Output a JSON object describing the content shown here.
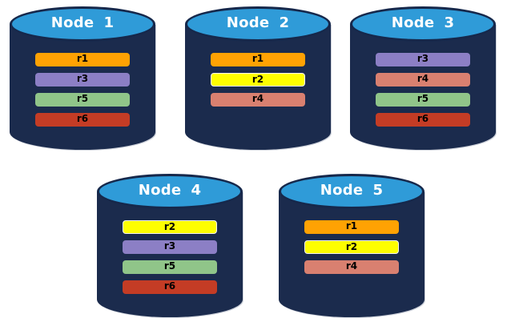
{
  "diagram_title": "database-nodes-partition-replication",
  "colors": {
    "background": "#FFFFFF",
    "cylinder_body": "#1B2B4D",
    "cylinder_top_fill": "#2F9BD8",
    "cylinder_outline": "#16284B",
    "cylinder_highlight": "#CDD1DA",
    "title_text": "#FFFFFF",
    "bar_text": "#000000"
  },
  "partition_styles": {
    "r1": {
      "color": "#FFA203",
      "border": "none"
    },
    "r2": {
      "color": "#FEFE00",
      "border": "#F5F5F5"
    },
    "r3": {
      "color": "#8C7FC5",
      "border": "none"
    },
    "r4": {
      "color": "#D98070",
      "border": "none"
    },
    "r5": {
      "color": "#90C589",
      "border": "none"
    },
    "r6": {
      "color": "#C43C25",
      "border": "none"
    }
  },
  "nodes": [
    {
      "name": "Node",
      "number": "1",
      "partitions": [
        "r1",
        "r3",
        "r5",
        "r6"
      ]
    },
    {
      "name": "Node",
      "number": "2",
      "partitions": [
        "r1",
        "r2",
        "r4"
      ]
    },
    {
      "name": "Node",
      "number": "3",
      "partitions": [
        "r3",
        "r4",
        "r5",
        "r6"
      ]
    },
    {
      "name": "Node",
      "number": "4",
      "partitions": [
        "r2",
        "r3",
        "r5",
        "r6"
      ]
    },
    {
      "name": "Node",
      "number": "5",
      "partitions": [
        "r1",
        "r2",
        "r4"
      ]
    }
  ]
}
